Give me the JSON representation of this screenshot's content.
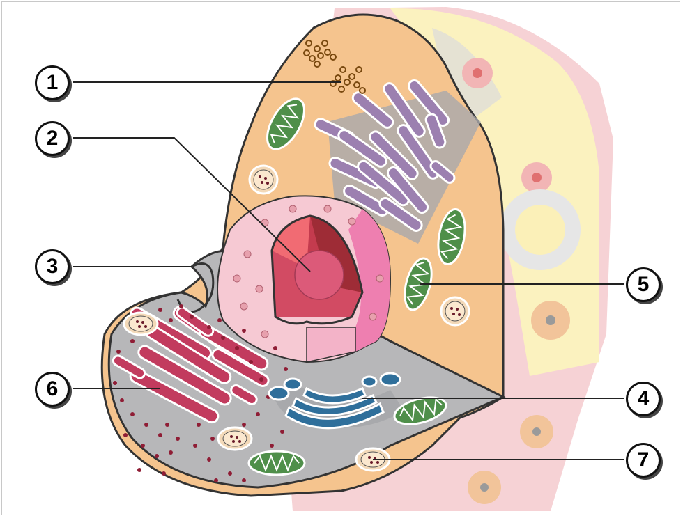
{
  "diagram": {
    "labels": [
      {
        "id": "label-1",
        "text": "1"
      },
      {
        "id": "label-2",
        "text": "2"
      },
      {
        "id": "label-3",
        "text": "3"
      },
      {
        "id": "label-4",
        "text": "4"
      },
      {
        "id": "label-5",
        "text": "5"
      },
      {
        "id": "label-6",
        "text": "6"
      },
      {
        "id": "label-7",
        "text": "7"
      }
    ],
    "colors": {
      "cytoplasm": "#f6c68e",
      "cut_face": "#b9b9bb",
      "nuclear_envelope": "#f3b7c4",
      "nucleus_interior": "#d9556a",
      "rough_er": "#c23b5e",
      "smooth_er": "#9c80b0",
      "golgi": "#2f6f9b",
      "mitochondria": "#4f8f4a",
      "ribosome": "#8f1d35",
      "background_tissue": "#f7d5d8"
    }
  }
}
